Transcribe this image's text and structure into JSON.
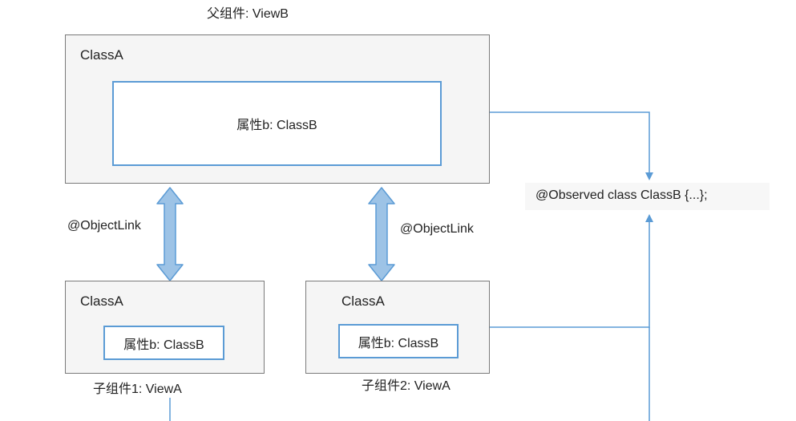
{
  "parent": {
    "caption": "父组件: ViewB",
    "class_label": "ClassA",
    "property_label": "属性b: ClassB"
  },
  "links": {
    "left_label": "@ObjectLink",
    "right_label": "@ObjectLink"
  },
  "children": [
    {
      "class_label": "ClassA",
      "property_label": "属性b: ClassB",
      "caption": "子组件1: ViewA"
    },
    {
      "class_label": "ClassA",
      "property_label": "属性b: ClassB",
      "caption": "子组件2: ViewA"
    }
  ],
  "observed": {
    "label": "@Observed class ClassB {...};"
  },
  "colors": {
    "accent_blue": "#5b9bd5",
    "arrow_fill": "#9dc3e6",
    "box_border": "#7a7a7a",
    "box_fill": "#f5f5f5"
  }
}
